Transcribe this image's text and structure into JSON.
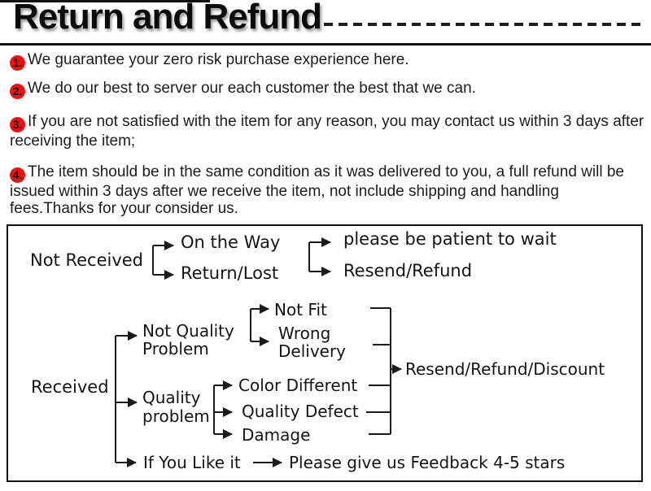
{
  "title": "Return and Refund",
  "policy_items": [
    {
      "num": "1.",
      "text": "We guarantee your zero risk purchase experience here."
    },
    {
      "num": "2.",
      "text": "We do our best to server our each customer the best that we can."
    },
    {
      "num": "3.",
      "text": "If you are not satisfied with the item for any reason, you may contact us within 3 days after receiving the item;"
    },
    {
      "num": "4.",
      "text": "The item should be in the same condition as it was delivered to you, a full refund will be issued within 3 days after we receive the item, not include shipping and handling fees.Thanks for your consider us."
    }
  ],
  "flowchart": {
    "not_received": "Not Received",
    "on_the_way": "On the Way",
    "return_lost": "Return/Lost",
    "be_patient": "please be patient to wait",
    "resend_refund": "Resend/Refund",
    "received": "Received",
    "not_quality_problem": "Not Quality\nProblem",
    "not_fit": "Not Fit",
    "wrong_delivery": "Wrong\nDelivery",
    "quality_problem": "Quality\nproblem",
    "color_different": "Color Different",
    "quality_defect": "Quality Defect",
    "damage": "Damage",
    "resend_refund_discount": "Resend/Refund/Discount",
    "if_you_like_it": "If You Like it",
    "feedback": "Please give us Feedback 4-5 stars"
  },
  "colors": {
    "badge_red": "#ee1111",
    "ink": "#1a1a1a",
    "background": "#ffffff"
  }
}
